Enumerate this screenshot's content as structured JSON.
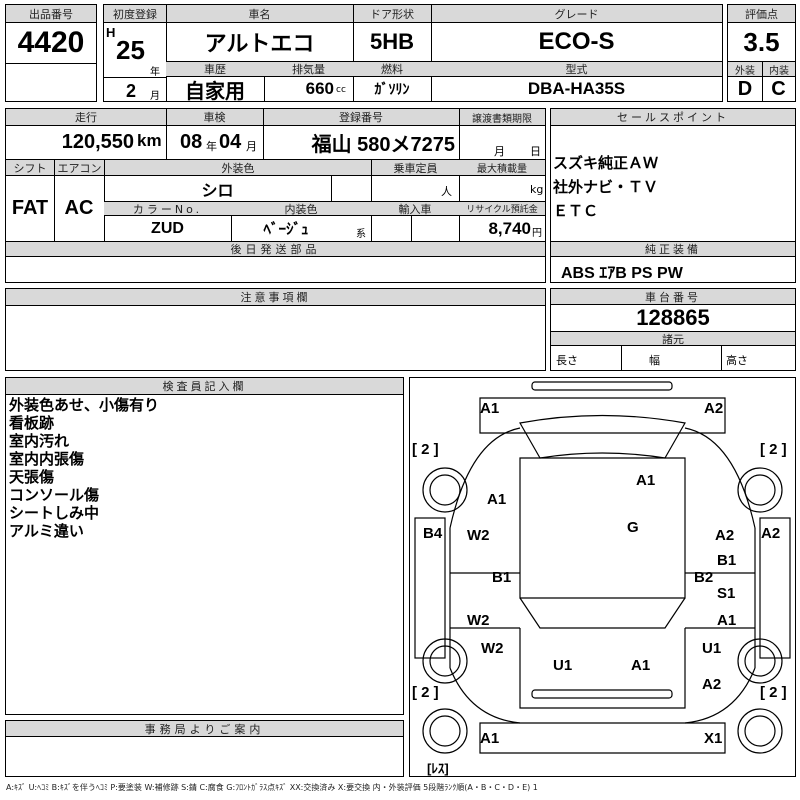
{
  "lot": {
    "label": "出品番号",
    "value": "4420"
  },
  "first_reg": {
    "label": "初度登録",
    "era": "H",
    "year": "25",
    "year_unit": "年",
    "month": "2",
    "month_unit": "月"
  },
  "car_name": {
    "label": "車名",
    "value": "アルトエコ"
  },
  "door": {
    "label": "ドア形状",
    "value": "5HB"
  },
  "grade": {
    "label": "グレード",
    "value": "ECO-S"
  },
  "score": {
    "label": "評価点",
    "value": "3.5",
    "ext_label": "外装",
    "int_label": "内装",
    "ext": "D",
    "int": "C"
  },
  "history": {
    "label": "車歴",
    "value": "自家用"
  },
  "displacement": {
    "label": "排気量",
    "value": "660",
    "unit": "cc"
  },
  "fuel": {
    "label": "燃料",
    "value": "ｶﾞｿﾘﾝ"
  },
  "model": {
    "label": "型式",
    "value": "DBA-HA35S"
  },
  "mileage": {
    "label": "走行",
    "value": "120,550",
    "unit": "km"
  },
  "inspection": {
    "label": "車検",
    "year": "08",
    "year_unit": "年",
    "month": "04",
    "month_unit": "月"
  },
  "plate": {
    "label": "登録番号",
    "value": "福山 580メ7275"
  },
  "transfer": {
    "label": "譲渡書類期限",
    "month_unit": "月",
    "day_unit": "日"
  },
  "shift": {
    "label": "シフト",
    "value": "FAT"
  },
  "aircon": {
    "label": "エアコン",
    "value": "AC"
  },
  "ext_color": {
    "label": "外装色",
    "value": "シロ"
  },
  "capacity": {
    "label": "乗車定員",
    "unit": "人"
  },
  "max_load": {
    "label": "最大積載量",
    "unit": "kg"
  },
  "color_no": {
    "label": "カラーNo.",
    "value": "ZUD"
  },
  "int_color": {
    "label": "内装色",
    "value": "ﾍﾞｰｼﾞｭ",
    "suffix": "系"
  },
  "import": {
    "label": "輸入車"
  },
  "recycle": {
    "label": "リサイクル預託金",
    "value": "8,740",
    "unit": "円"
  },
  "later_parts": {
    "label": "後日発送部品"
  },
  "sales_points": {
    "label": "セールスポイント",
    "lines": [
      "スズキ純正ＡＷ",
      "社外ナビ・ＴＶ",
      "ＥＴＣ"
    ]
  },
  "equipment": {
    "label": "純正装備",
    "value": "ABS ｴｱB PS PW"
  },
  "notes": {
    "label": "注意事項欄"
  },
  "chassis": {
    "label": "車台番号",
    "value": "128865",
    "spec_label": "諸元",
    "length": "長さ",
    "width": "幅",
    "height": "高さ"
  },
  "inspector": {
    "label": "検査員記入欄",
    "lines": [
      "外装色あせ、小傷有り",
      "看板跡",
      "室内汚れ",
      "室内内張傷",
      "天張傷",
      "コンソール傷",
      "シートしみ中",
      "アルミ違い"
    ]
  },
  "office": {
    "label": "事務局よりご案内"
  },
  "diagram": {
    "marks": [
      "A1",
      "A2",
      "[ 2 ]",
      "[ 2 ]",
      "A1",
      "A1",
      "B4",
      "A2",
      "W2",
      "G",
      "A2",
      "B1",
      "B1",
      "B2",
      "S1",
      "W2",
      "A1",
      "W2",
      "U1",
      "A1",
      "U1",
      "[ 2 ]",
      "A2",
      "[ 2 ]",
      "A1",
      "X1",
      "[ﾚｽ]"
    ]
  },
  "legend": "A:ｷｽﾞ U:ﾍｺﾐ B:ｷｽﾞを伴うﾍｺﾐ P:要塗装 W:補修跡 S:錆 C:腐食 G:ﾌﾛﾝﾄｶﾞﾗｽ点ｷｽﾞ XX:交換済み X:要交換  内・外装評価  5段階ﾗﾝｸ順(A・B・C・D・E) 1"
}
